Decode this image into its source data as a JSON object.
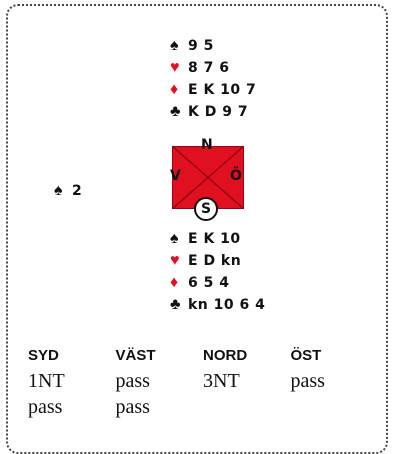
{
  "north": {
    "cards": [
      {
        "suit": "♠",
        "color": "black",
        "value": "9 5"
      },
      {
        "suit": "♥",
        "color": "red",
        "value": "8 7 6"
      },
      {
        "suit": "♦",
        "color": "red",
        "value": "E K 10 7"
      },
      {
        "suit": "♣",
        "color": "black",
        "value": "K D 9 7"
      }
    ]
  },
  "west": {
    "suit": "♠",
    "value": "2"
  },
  "south": {
    "cards": [
      {
        "suit": "♠",
        "color": "black",
        "value": "E K 10"
      },
      {
        "suit": "♥",
        "color": "red",
        "value": "E D kn"
      },
      {
        "suit": "♦",
        "color": "red",
        "value": "6 5 4"
      },
      {
        "suit": "♣",
        "color": "black",
        "value": "kn 10 6 4"
      }
    ]
  },
  "compass": {
    "n": "N",
    "v": "V",
    "o": "Ö",
    "s": "S",
    "fill": "#e01020"
  },
  "bidding": {
    "headers": [
      "SYD",
      "VÄST",
      "NORD",
      "ÖST"
    ],
    "rows": [
      [
        "1NT",
        "pass",
        "3NT",
        "pass"
      ],
      [
        "pass",
        "pass",
        "",
        ""
      ]
    ]
  }
}
